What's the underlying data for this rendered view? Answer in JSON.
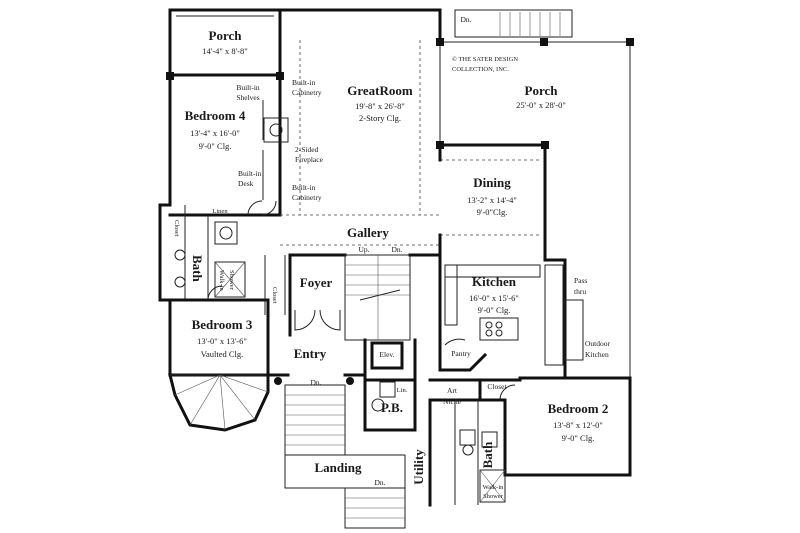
{
  "plan": {
    "copyright": [
      "© THE SATER DESIGN",
      "COLLECTION, INC."
    ],
    "rooms": {
      "porch_top": {
        "name": "Porch",
        "dims": [
          "14'-4\" x 8'-8\""
        ]
      },
      "greatroom": {
        "name": "GreatRoom",
        "dims": [
          "19'-8\" x 26'-8\"",
          "2-Story Clg."
        ]
      },
      "porch_right": {
        "name": "Porch",
        "dims": [
          "25'-0\" x 28'-0\""
        ]
      },
      "bedroom4": {
        "name": "Bedroom 4",
        "dims": [
          "13'-4\" x 16'-0\"",
          "9'-0\" Clg."
        ]
      },
      "dining": {
        "name": "Dining",
        "dims": [
          "13'-2\" x 14'-4\"",
          "9'-0\"Clg."
        ]
      },
      "gallery": {
        "name": "Gallery"
      },
      "foyer": {
        "name": "Foyer"
      },
      "kitchen": {
        "name": "Kitchen",
        "dims": [
          "16'-0\" x 15'-6\"",
          "9'-0\" Clg."
        ]
      },
      "bedroom3": {
        "name": "Bedroom 3",
        "dims": [
          "13'-0\" x 13'-6\"",
          "Vaulted Clg."
        ]
      },
      "entry": {
        "name": "Entry"
      },
      "bedroom2": {
        "name": "Bedroom 2",
        "dims": [
          "13'-8\" x 12'-0\"",
          "9'-0\" Clg."
        ]
      },
      "landing": {
        "name": "Landing"
      },
      "bath_left": {
        "name": "Bath"
      },
      "bath_right": {
        "name": "Bath"
      },
      "utility": {
        "name": "Utility"
      },
      "pb": {
        "name": "P.B."
      }
    },
    "labels": {
      "built_in_shelves": [
        "Built-in",
        "Shelves"
      ],
      "built_in_cabinetry_top": [
        "Built-in",
        "Cabinetry"
      ],
      "two_sided_fireplace": [
        "2-Sided",
        "Fireplace"
      ],
      "built_in_desk": [
        "Built-in",
        "Desk"
      ],
      "built_in_cabinetry_bottom": [
        "Built-in",
        "Cabinetry"
      ],
      "linen_left": "Linen",
      "closet_left": "Closet",
      "walkin_shower_left": [
        "Walk-in",
        "Shower"
      ],
      "closet_bed3": "Closet",
      "up": "Up.",
      "dn_stairs": "Dn.",
      "dn_top": "Dn.",
      "dn_entry": "Dn.",
      "dn_landing": "Dn.",
      "pass_thru": [
        "Pass",
        "thru"
      ],
      "outdoor_kitchen": [
        "Outdoor",
        "Kitchen"
      ],
      "pantry": "Pantry",
      "elev": "Elev.",
      "linen_pb": "Lin.",
      "art_niche": [
        "Art",
        "Niche"
      ],
      "closet_bed2": "Closet",
      "walkin_shower_right": [
        "Walk-in",
        "Shower"
      ]
    }
  }
}
